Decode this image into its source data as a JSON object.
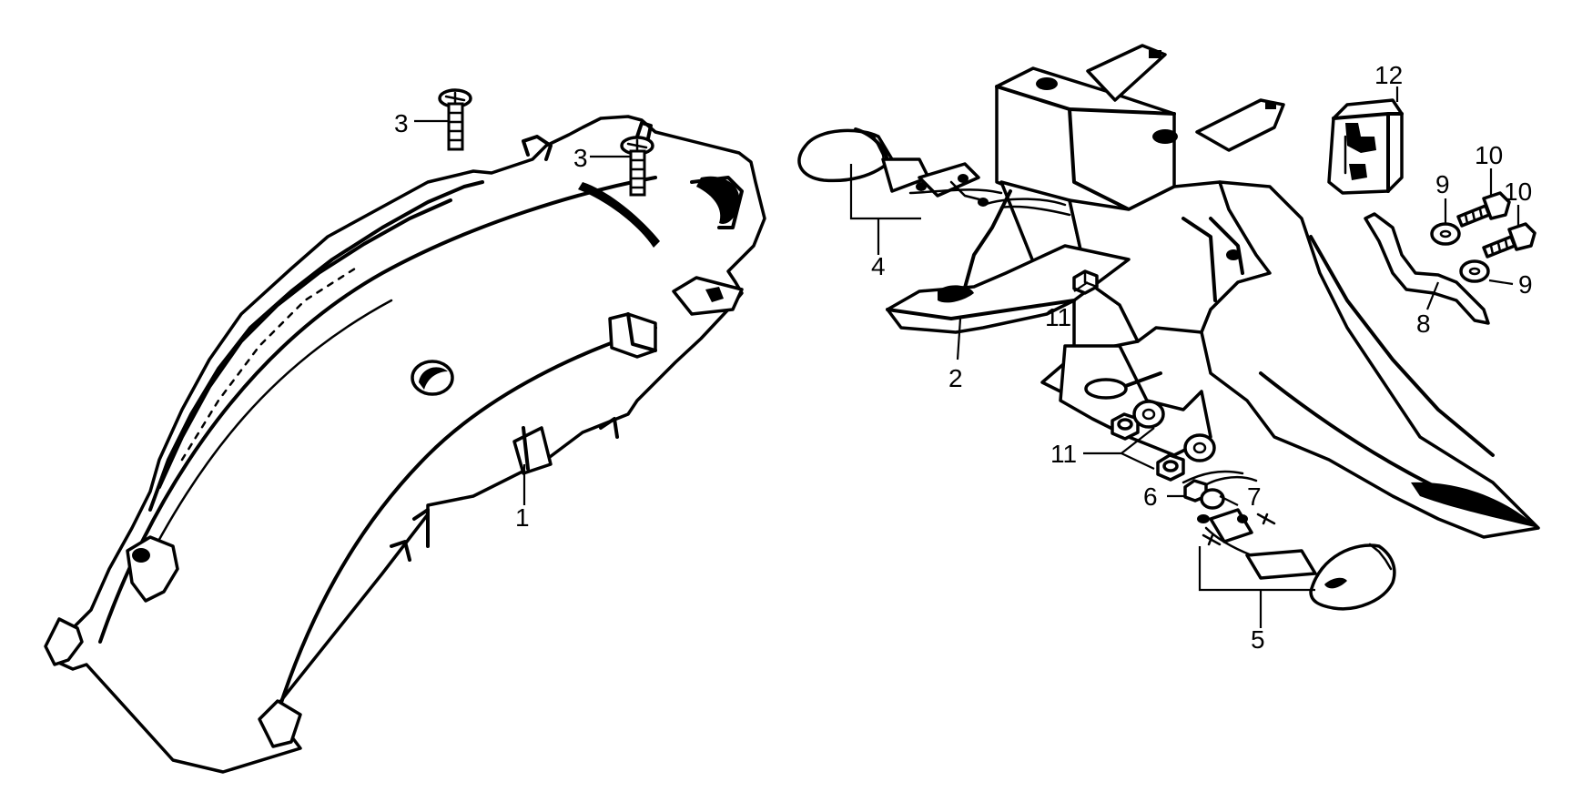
{
  "callouts": {
    "c1": "1",
    "c2": "2",
    "c3a": "3",
    "c3b": "3",
    "c4": "4",
    "c5": "5",
    "c6": "6",
    "c7": "7",
    "c8": "8",
    "c9a": "9",
    "c9b": "9",
    "c10a": "10",
    "c10b": "10",
    "c11a": "11",
    "c11b": "11",
    "c12": "12"
  }
}
